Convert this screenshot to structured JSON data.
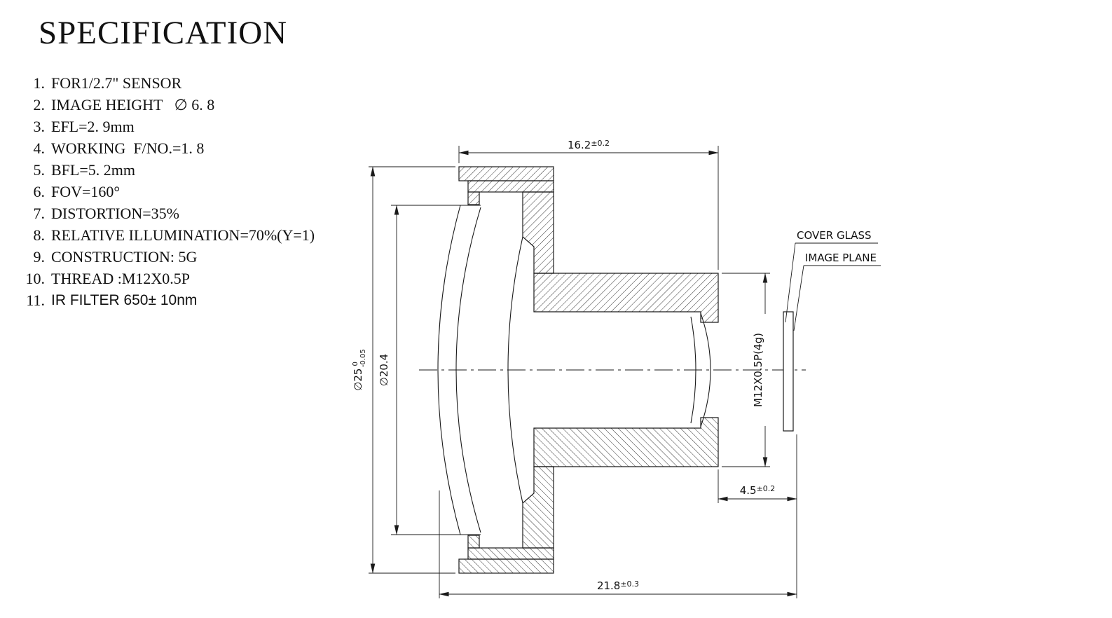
{
  "title": "SPECIFICATION",
  "spec": {
    "items": [
      {
        "num": "1.",
        "text": "FOR1/2.7\" SENSOR"
      },
      {
        "num": "2.",
        "text": "IMAGE HEIGHT   ∅ 6. 8"
      },
      {
        "num": "3.",
        "text": "EFL=2. 9mm"
      },
      {
        "num": "4.",
        "text": "WORKING  F/NO.=1. 8"
      },
      {
        "num": "5.",
        "text": "BFL=5. 2mm"
      },
      {
        "num": "6.",
        "text": "FOV=160°"
      },
      {
        "num": "7.",
        "text": "DISTORTION=35%"
      },
      {
        "num": "8.",
        "text": "RELATIVE ILLUMINATION=70%(Y=1)"
      },
      {
        "num": "9.",
        "text": "CONSTRUCTION: 5G"
      },
      {
        "num": "10.",
        "text": "THREAD :M12X0.5P"
      },
      {
        "num": "11.",
        "text": "IR FILTER 650± 10nm"
      }
    ]
  },
  "drawing": {
    "dims": {
      "top_width": {
        "value": "16.2",
        "tol": "±0.2"
      },
      "outer_dia": {
        "value": "∅25",
        "tol_top": "0",
        "tol_bottom": "-0.05"
      },
      "clear_dia": {
        "value": "∅20.4"
      },
      "thread": {
        "value": "M12X0.5P(4g)"
      },
      "back_gap": {
        "value": "4.5",
        "tol": "±0.2"
      },
      "total_length": {
        "value": "21.8",
        "tol": "±0.3"
      }
    },
    "labels": {
      "cover_glass": "COVER GLASS",
      "image_plane": "IMAGE PLANE"
    }
  }
}
